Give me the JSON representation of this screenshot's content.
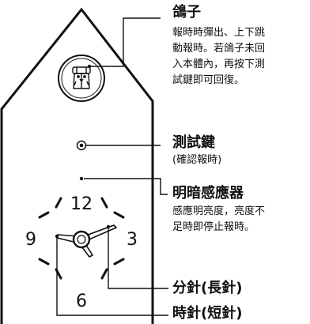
{
  "dial_numbers": [
    "12",
    "3",
    "6",
    "9"
  ],
  "callouts": {
    "cuckoo": {
      "title": "鴿子",
      "lines": [
        "報時時彈出、上下跳",
        "動報時。若鴿子未回",
        "入本體內，再按下測",
        "試鍵即可回復。"
      ]
    },
    "test_button": {
      "title": "測試鍵",
      "subtitle": "(確認報時)"
    },
    "light_sensor": {
      "title": "明暗感應器",
      "lines": [
        "感應明亮度，亮度不",
        "足時即停止報時。"
      ]
    },
    "minute_hand": {
      "title": "分針(長針)"
    },
    "hour_hand": {
      "title": "時針(短針)"
    }
  }
}
